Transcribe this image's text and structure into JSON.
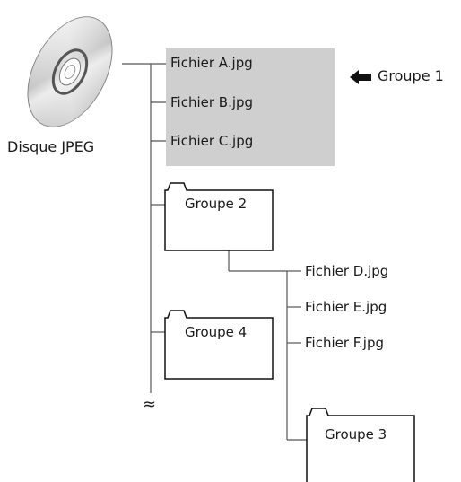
{
  "disc": {
    "label": "Disque JPEG"
  },
  "group1": {
    "label": "Groupe 1",
    "files": [
      "Fichier A.jpg",
      "Fichier B.jpg",
      "Fichier C.jpg"
    ],
    "highlight_color": "#cfcfcf"
  },
  "folders": {
    "group2": "Groupe 2",
    "group3": "Groupe 3",
    "group4": "Groupe 4"
  },
  "group2_files": [
    "Fichier D.jpg",
    "Fichier E.jpg",
    "Fichier F.jpg"
  ],
  "break_symbol": "≈",
  "icons": [
    "cd-disc-icon",
    "left-arrow-icon",
    "folder-icon"
  ]
}
